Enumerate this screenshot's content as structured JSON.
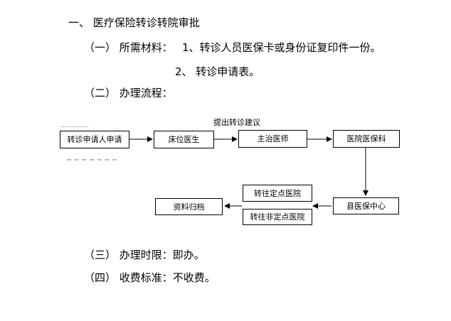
{
  "document": {
    "heading": "一、 医疗保险转诊转院审批",
    "materials_label": "（一） 所需材料：",
    "material_1": "1、转诊人员医保卡或身份证复印件一份。",
    "material_2": "2、 转诊申请表。",
    "process_label": "（二） 办理流程：",
    "time_limit": "（三） 办理时限：即办。",
    "fee_standard": "（四） 收费标准：不收费。"
  },
  "flowchart": {
    "note_top": "提出转诊建议",
    "nodes": {
      "applicant": "转诊申请人申请",
      "bed_doctor": "床位医生",
      "chief_doctor": "主治医师",
      "hospital_insurance_dept": "医院医保科",
      "county_insurance_center": "县医保中心",
      "designated_hospital": "转往定点医院",
      "non_designated_hospital": "转往非定点医院",
      "archive": "资料归档"
    }
  }
}
